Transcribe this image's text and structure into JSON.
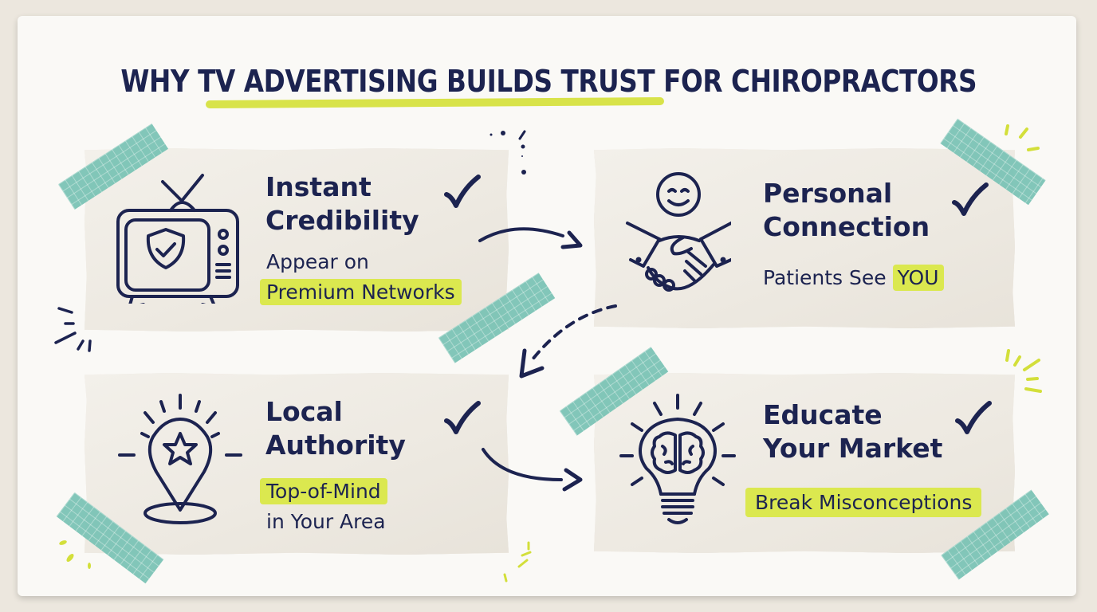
{
  "header": {
    "title": "WHY TV ADVERTISING BUILDS TRUST FOR CHIROPRACTORS",
    "underlined_phrase": "TV ADVERTISING BUILDS TRUST"
  },
  "colors": {
    "navy": "#1c2350",
    "highlight": "#dbe84f",
    "tape": "#7cc4b6",
    "card": "#efebe3",
    "board": "#faf9f6",
    "background": "#ece7de"
  },
  "cards": [
    {
      "id": "instant-credibility",
      "icon": "tv-shield-icon",
      "title_line1": "Instant",
      "title_line2": "Credibility",
      "sub_line1": "Appear on",
      "sub_line2": "Premium Networks",
      "highlighted": "Premium Networks",
      "checked": true
    },
    {
      "id": "personal-connection",
      "icon": "handshake-smiley-icon",
      "title_line1": "Personal",
      "title_line2": "Connection",
      "sub_prefix": "Patients See ",
      "sub_highlight": "YOU",
      "checked": true
    },
    {
      "id": "local-authority",
      "icon": "location-pin-star-icon",
      "title_line1": "Local",
      "title_line2": "Authority",
      "sub_line1": "Top-of-Mind",
      "sub_line2": "in Your Area",
      "highlighted": "Top-of-Mind",
      "checked": true
    },
    {
      "id": "educate-market",
      "icon": "lightbulb-brain-icon",
      "title_line1": "Educate",
      "title_line2": "Your Market",
      "sub_line1": "Break Misconceptions",
      "highlighted": "Break Misconceptions",
      "checked": true
    }
  ],
  "flow_arrows": [
    {
      "from": "instant-credibility",
      "to": "personal-connection",
      "style": "solid"
    },
    {
      "from": "personal-connection",
      "to": "local-authority",
      "style": "dashed"
    },
    {
      "from": "local-authority",
      "to": "educate-market",
      "style": "solid"
    }
  ]
}
